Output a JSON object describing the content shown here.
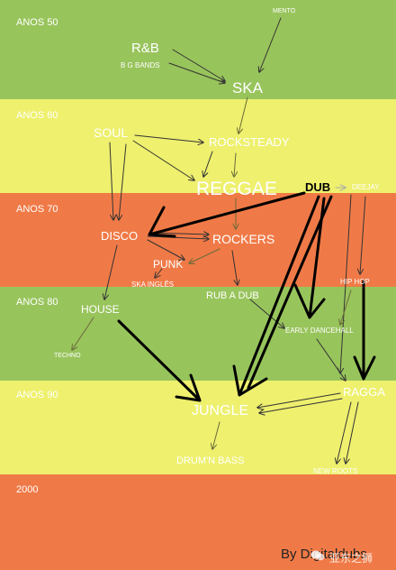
{
  "colors": {
    "green": "#98c45c",
    "yellow": "#eef06e",
    "orange": "#f07a47",
    "text": "#ffffff",
    "arrow_thin": "#333333",
    "arrow_faint": "#6a6a3a",
    "arrow_bold": "#000000"
  },
  "decades": {
    "d50": "ANOS 50",
    "d60": "ANOS 60",
    "d70": "ANOS 70",
    "d80": "ANOS 80",
    "d90": "ANOS 90",
    "d2000": "2000"
  },
  "genres": {
    "mento": "MENTO",
    "rnb": "R&B",
    "big_bands": "B G BANDS",
    "ska": "SKA",
    "soul": "SOUL",
    "rocksteady": "ROCKSTEADY",
    "reggae": "REGGAE",
    "dub": "DUB",
    "deejay": "DEEJAY",
    "disco": "DISCO",
    "rockers": "ROCKERS",
    "punk": "PUNK",
    "ska_ingles": "SKA INGLÊS",
    "rub_a_dub": "RUB A DUB",
    "hip_hop": "HIP HOP",
    "house": "HOUSE",
    "early_dancehall": "EARLY DANCEHALL",
    "techno": "TECHNO",
    "ragga": "RAGGA",
    "jungle": "JUNGLE",
    "drum_n_bass": "DRUM'N BASS",
    "new_roots": "NEW ROOTS"
  },
  "credit": "By Digitaldubs",
  "watermark": "亚东之狮"
}
